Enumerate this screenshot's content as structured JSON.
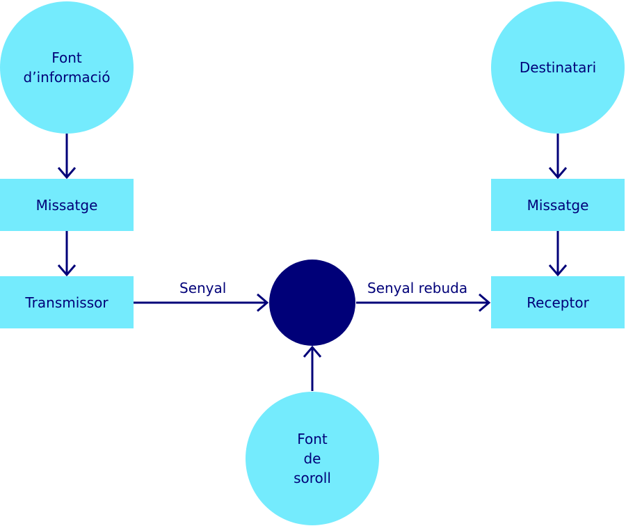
{
  "colors": {
    "node_fill": "#74ebfd",
    "ink": "#000078",
    "channel": "#000078"
  },
  "nodes": {
    "info_source": {
      "lines": [
        "Font",
        "d’informació"
      ]
    },
    "message_left": {
      "label": "Missatge"
    },
    "transmitter": {
      "label": "Transmissor"
    },
    "destination": {
      "label": "Destinatari"
    },
    "message_right": {
      "label": "Missatge"
    },
    "receiver": {
      "label": "Receptor"
    },
    "noise_source": {
      "lines": [
        "Font",
        "de",
        "soroll"
      ]
    }
  },
  "edges": {
    "signal": {
      "label": "Senyal"
    },
    "received_signal": {
      "label": "Senyal rebuda"
    }
  }
}
